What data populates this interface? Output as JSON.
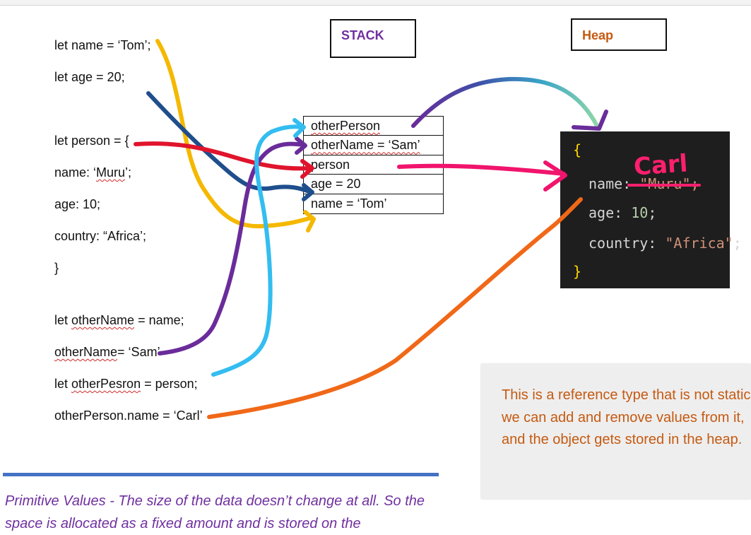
{
  "code": {
    "line1": "let name = ‘Tom’;",
    "line2": "let age = 20;",
    "line3": "let person = {",
    "line4_key": "name: ‘",
    "line4_val": "Muru",
    "line4_end": "’;",
    "line5": "age: 10;",
    "line6": "country: “Africa’;",
    "line7": "}",
    "line8_a": "let ",
    "line8_b": "otherName",
    "line8_c": " = name;",
    "line9_a": "otherName",
    "line9_b": "= ‘Sam’",
    "line10_a": "let ",
    "line10_b": "otherPesron",
    "line10_c": " = person;",
    "line11": "otherPerson.name = ‘Carl’"
  },
  "stack": {
    "title": "STACK",
    "cells": [
      "otherPerson",
      "otherName = ‘Sam’",
      "person",
      "age = 20",
      "name = ‘Tom’"
    ]
  },
  "heap": {
    "title": "Heap",
    "open_brace": "{",
    "name_key": "name: ",
    "name_val": "\"Muru\";",
    "age_key": "age: ",
    "age_val": "10",
    "age_end": ";",
    "country_key": "country: ",
    "country_val": "\"Africa\"",
    "country_end": ";",
    "close_brace": "}",
    "handwritten": "Carl"
  },
  "notes": {
    "reference": "This is a reference type that is not static we can add and remove values from it, and the object gets stored in the heap.",
    "primitive": "Primitive Values - The size of the data doesn’t change at all. So the space is allocated as a fixed amount and is stored on the"
  },
  "colors": {
    "stack_title": "#7030a0",
    "heap_title": "#c55a11",
    "yellow_arrow": "#f5b800",
    "navy_arrow": "#1f4e8c",
    "red_arrow": "#e0142c",
    "purple_arrow": "#6a2c9a",
    "cyan_arrow": "#33bdf0",
    "pink_arrow": "#f0146c",
    "orange_arrow": "#f06818"
  }
}
